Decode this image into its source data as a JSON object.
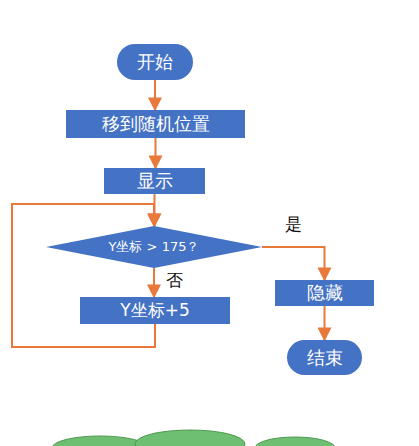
{
  "diagram": {
    "nodes": [
      {
        "text": [
          "开始"
        ]
      },
      {
        "text": [
          "移到随机位置"
        ]
      },
      {
        "text": [
          "显示"
        ]
      },
      {
        "text": [
          "Y坐标 > 175？"
        ]
      },
      {
        "text": [
          "Y坐标+5"
        ]
      },
      {
        "text": [
          "隐藏"
        ]
      },
      {
        "text": [
          "结束"
        ]
      }
    ],
    "edges": [
      {
        "from": 0,
        "to": 1,
        "arrow": "to"
      },
      {
        "from": 1,
        "to": 2,
        "arrow": "to"
      },
      {
        "from": 2,
        "to": 3,
        "arrow": "to"
      },
      {
        "from": 3,
        "to": 4,
        "label": "否",
        "arrow": "to"
      },
      {
        "from": 4,
        "to": 3,
        "arrow": "to"
      },
      {
        "from": 3,
        "to": 5,
        "label": "是",
        "arrow": "to"
      },
      {
        "from": 5,
        "to": 6,
        "arrow": "to"
      }
    ]
  }
}
